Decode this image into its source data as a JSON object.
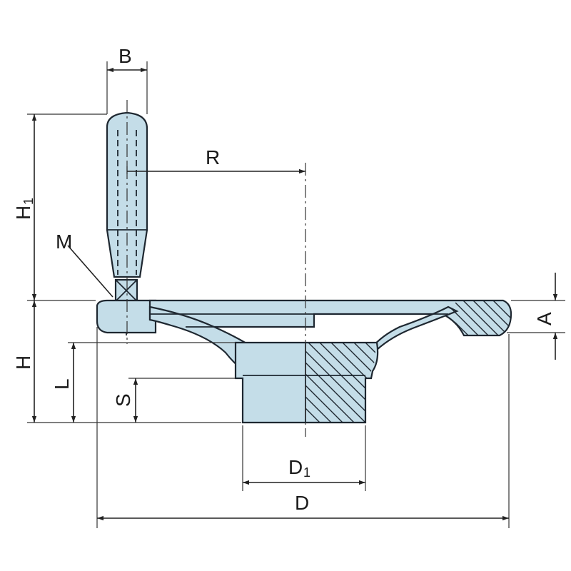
{
  "diagram": {
    "labels": {
      "B": "B",
      "R": "R",
      "H1_main": "H",
      "H1_sub": "1",
      "M": "M",
      "H": "H",
      "L": "L",
      "S": "S",
      "A": "A",
      "D1_main": "D",
      "D1_sub": "1",
      "D": "D"
    },
    "colors": {
      "part_fill": "#c4dde8",
      "outline": "#1e2730",
      "dimension": "#222222",
      "background": "#ffffff"
    }
  }
}
